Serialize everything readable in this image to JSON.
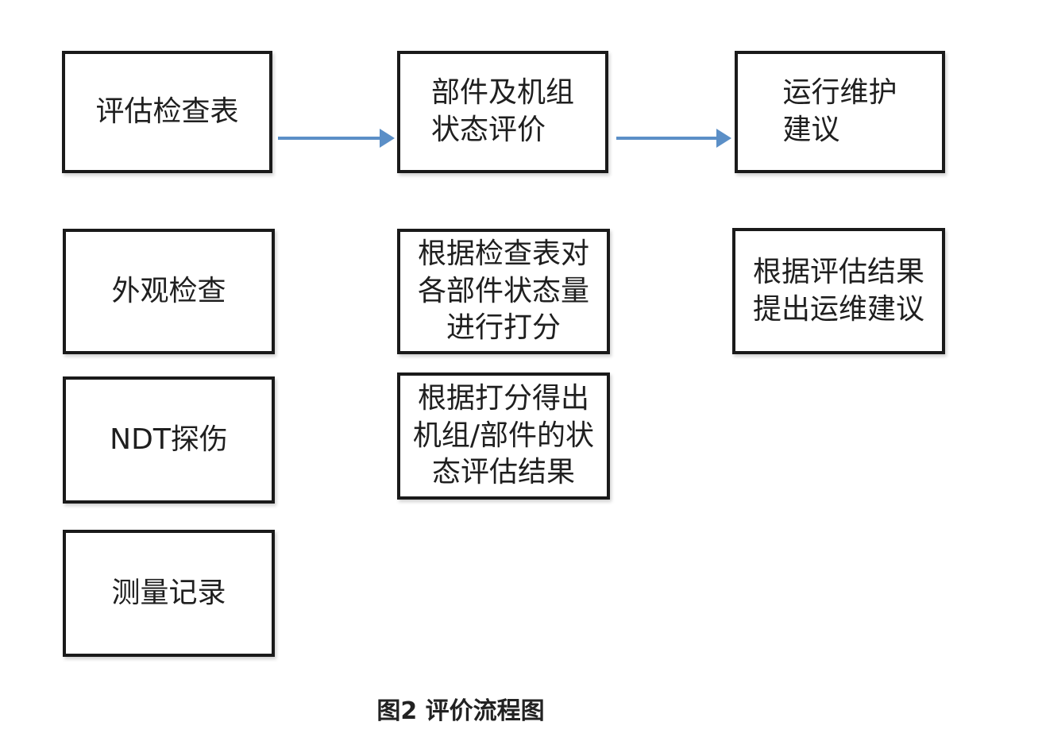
{
  "boxes": {
    "eval_checklist": "评估检查表",
    "state_eval": "部件及机组\n状态评价",
    "maintenance": "运行维护\n建议",
    "visual_check": "外观检查",
    "ndt": "NDT探伤",
    "measure": "测量记录",
    "score": "根据检查表对\n各部件状态量\n进行打分",
    "result": "根据打分得出\n机组/部件的状\n态评估结果",
    "suggest": "根据评估结果\n提出运维建议"
  },
  "caption": "图2  评价流程图",
  "colors": {
    "arrow": "#5b8fc7",
    "border": "#1a1a1a"
  }
}
